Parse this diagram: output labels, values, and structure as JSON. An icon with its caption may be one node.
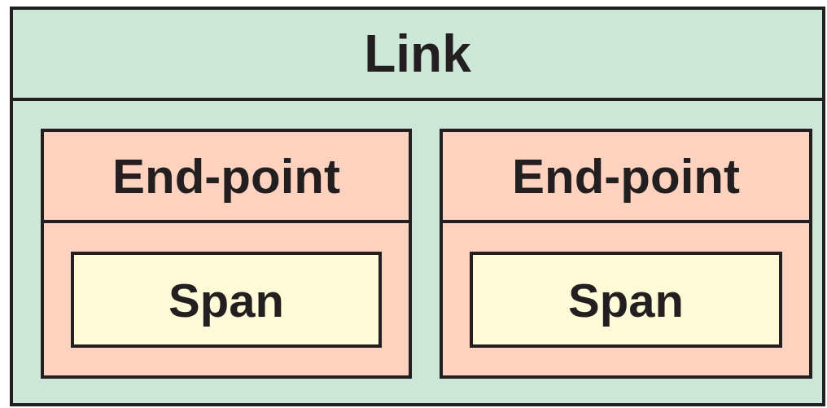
{
  "diagram": {
    "nodes": [
      {
        "text": [
          "Link"
        ]
      },
      {
        "text": [
          "End-point"
        ],
        "in": 0
      },
      {
        "text": [
          "Span"
        ],
        "in": 1
      },
      {
        "text": [
          "End-point"
        ],
        "in": 0
      },
      {
        "text": [
          "Span"
        ],
        "in": 3
      }
    ]
  }
}
